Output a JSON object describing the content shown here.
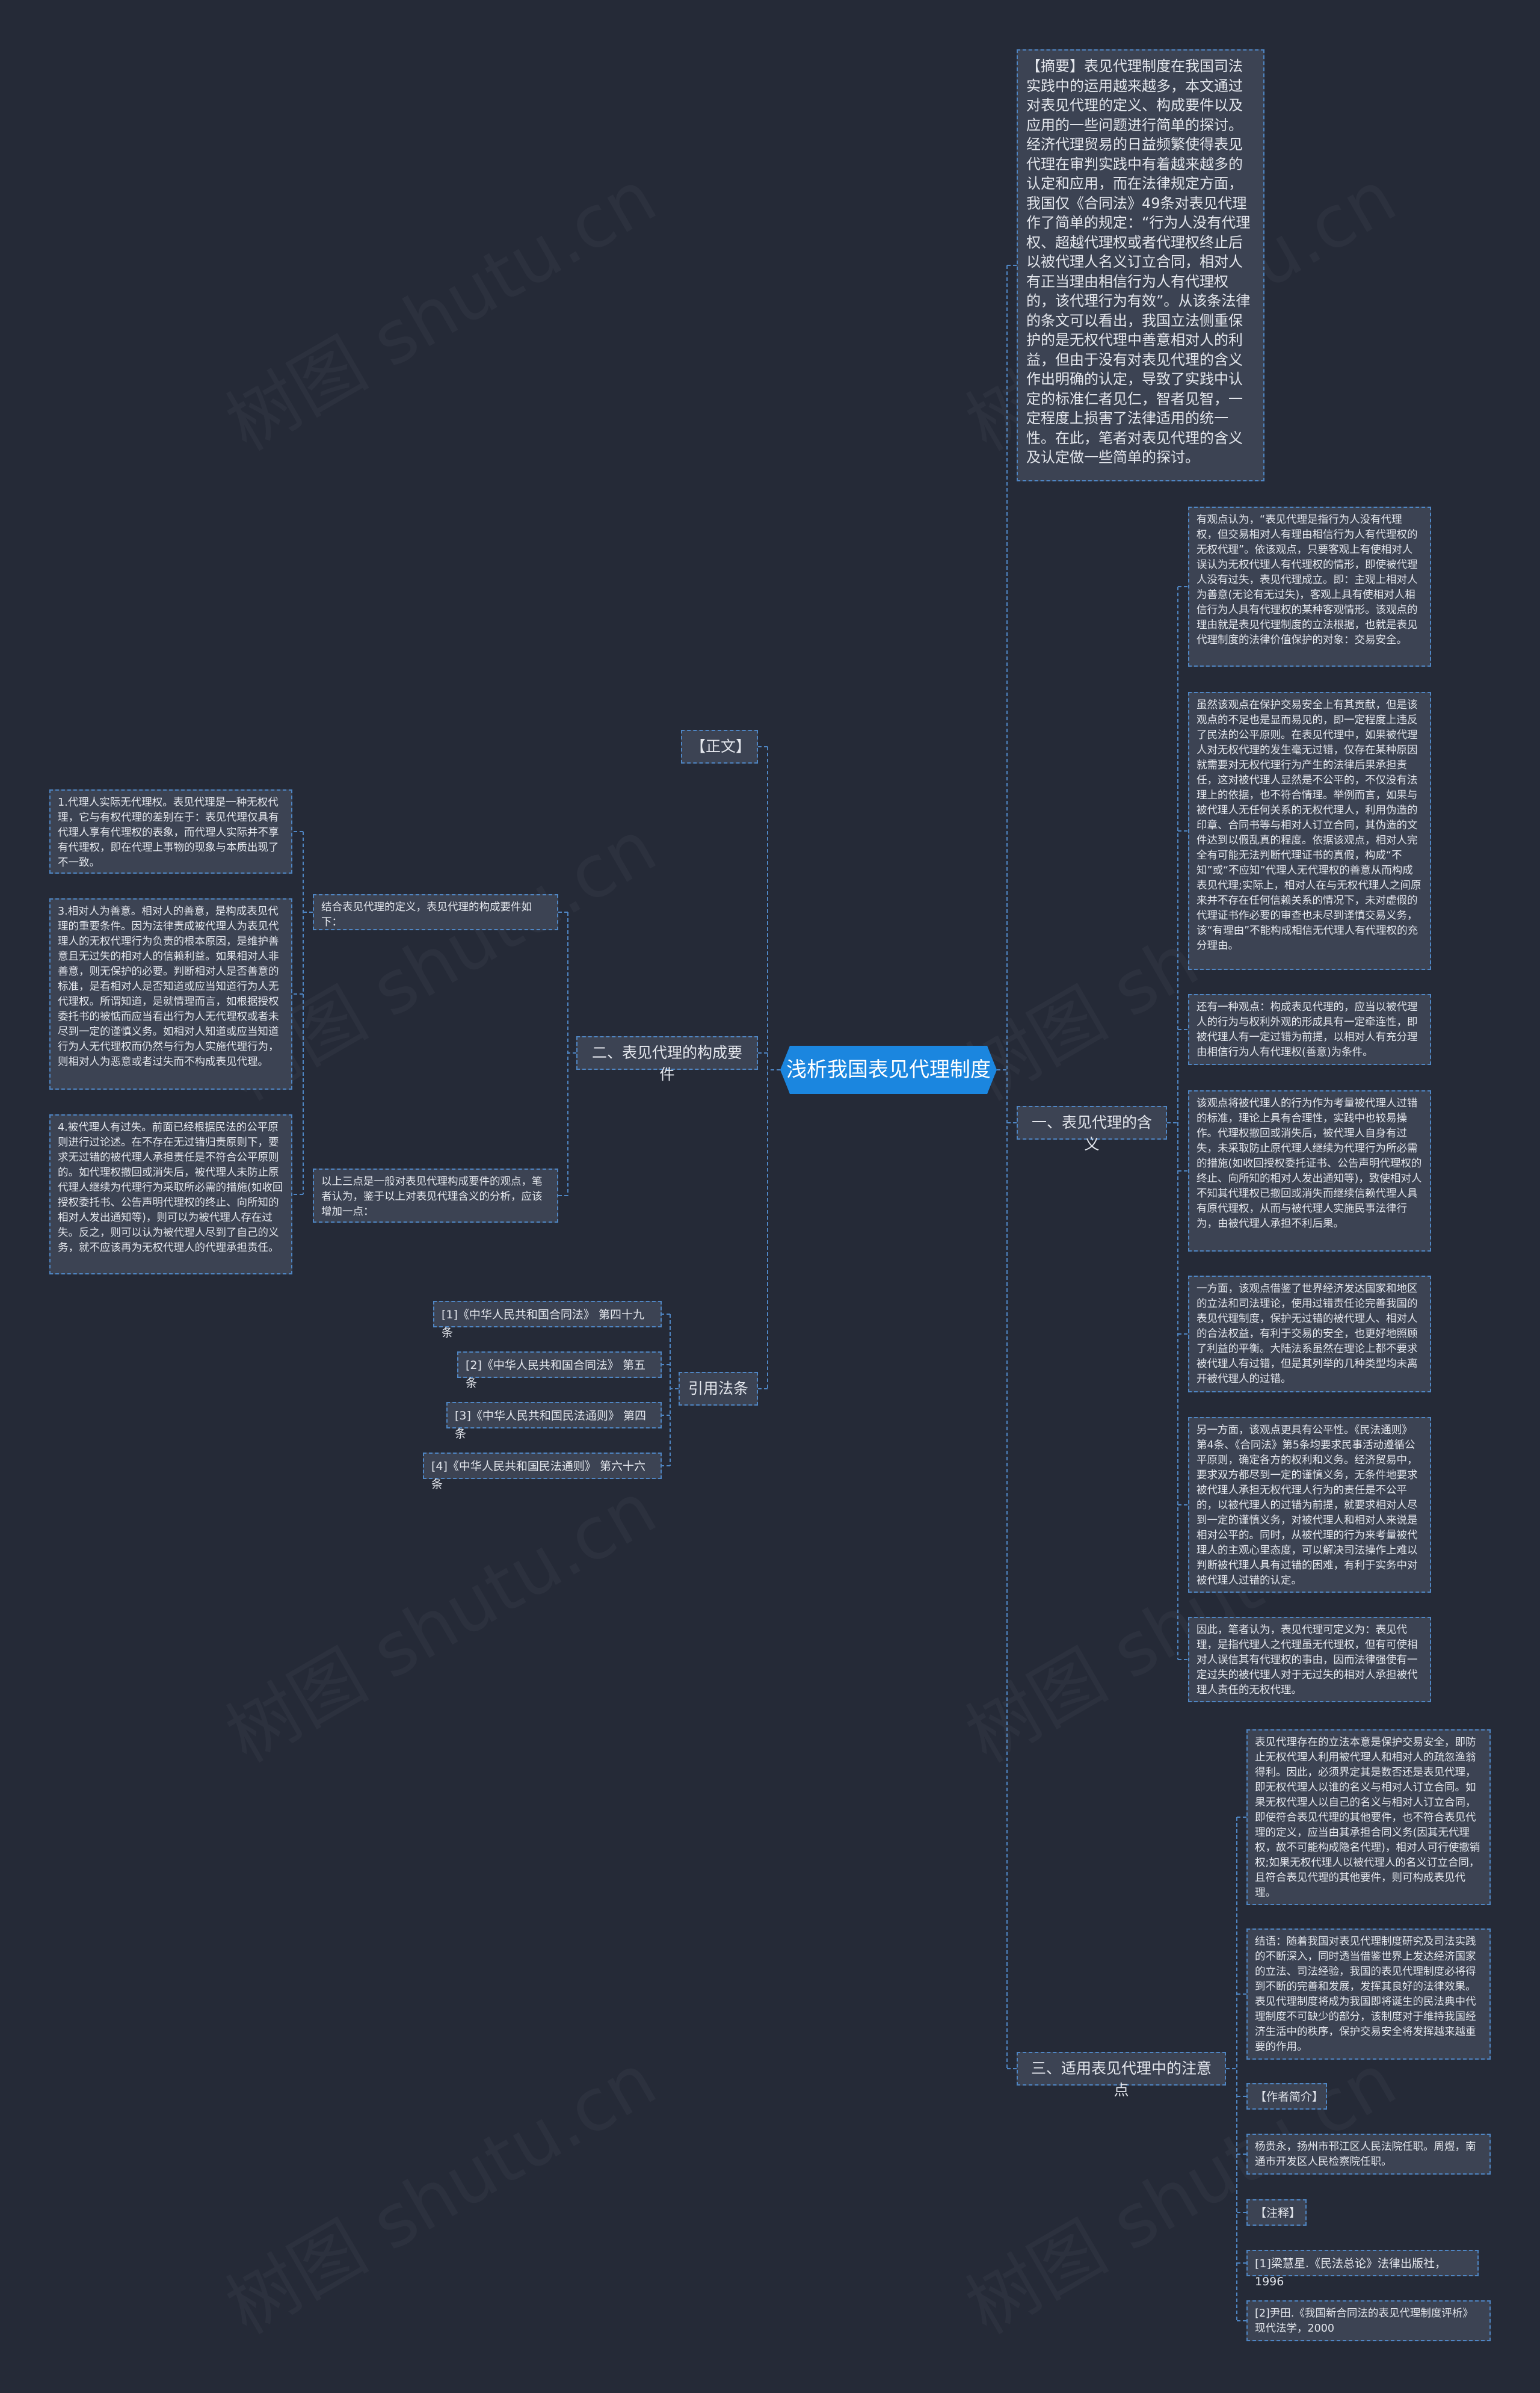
{
  "title": "浅析我国表见代理制度",
  "watermark": "树图 shutu.cn",
  "colors": {
    "background": "#252a37",
    "node_fill": "#3c4353",
    "node_border": "#4f86c4",
    "root_fill": "#1b86df",
    "text": "#e3e6ec"
  },
  "abstract": "【摘要】表见代理制度在我国司法实践中的运用越来越多，本文通过对表见代理的定义、构成要件以及应用的一些问题进行简单的探讨。经济代理贸易的日益频繁使得表见代理在审判实践中有着越来越多的认定和应用，而在法律规定方面，我国仅《合同法》49条对表见代理作了简单的规定：“行为人没有代理权、超越代理权或者代理权终止后以被代理人名义订立合同，相对人有正当理由相信行为人有代理权的，该代理行为有效”。从该条法律的条文可以看出，我国立法侧重保护的是无权代理中善意相对人的利益，但由于没有对表见代理的含义作出明确的认定，导致了实践中认定的标准仁者见仁，智者见智，一定程度上损害了法律适用的统一性。在此，笔者对表见代理的含义及认定做一些简单的探讨。",
  "left": {
    "zhengwen": "【正文】",
    "section2": {
      "label": "二、表见代理的构成要件",
      "intro": "结合表见代理的定义，表见代理的构成要件如下：",
      "items": [
        "1.代理人实际无代理权。表见代理是一种无权代理，它与有权代理的差别在于：表见代理仅具有代理人享有代理权的表象，而代理人实际并不享有代理权，即在代理上事物的现象与本质出现了不一致。",
        "3.相对人为善意。相对人的善意，是构成表见代理的重要条件。因为法律责成被代理人为表见代理人的无权代理行为负责的根本原因，是维护善意且无过失的相对人的信赖利益。如果相对人非善意，则无保护的必要。判断相对人是否善意的标准，是看相对人是否知道或应当知道行为人无代理权。所谓知道，是就情理而言，如根据授权委托书的被惦而应当看出行为人无代理权或者未尽到一定的谨慎义务。如相对人知道或应当知道行为人无代理权而仍然与行为人实施代理行为，则相对人为恶意或者过失而不构成表见代理。",
        "4.被代理人有过失。前面已经根据民法的公平原则进行过论述。在不存在无过错归责原则下，要求无过错的被代理人承担责任是不符合公平原则的。如代理权撤回或消失后，被代理人未防止原代理人继续为代理行为采取所必需的措施(如收回授权委托书、公告声明代理权的终止、向所知的相对人发出通知等)，则可以为被代理人存在过失。反之，则可以认为被代理人尽到了自己的义务，就不应该再为无权代理人的代理承担责任。"
      ],
      "conclusion": "以上三点是一般对表见代理构成要件的观点，笔者认为，鉴于以上对表见代理含义的分析，应该增加一点："
    },
    "laws": {
      "label": "引用法条",
      "items": [
        "[1]《中华人民共和国合同法》 第四十九条",
        "[2]《中华人民共和国合同法》 第五条",
        "[3]《中华人民共和国民法通则》 第四条",
        "[4]《中华人民共和国民法通则》 第六十六条"
      ]
    }
  },
  "right": {
    "section1": {
      "label": "一、表见代理的含义",
      "items": [
        "有观点认为，“表见代理是指行为人没有代理权，但交易相对人有理由相信行为人有代理权的无权代理”。依该观点，只要客观上有使相对人误认为无权代理人有代理权的情形，即使被代理人没有过失，表见代理成立。即：主观上相对人为善意(无论有无过失)，客观上具有使相对人相信行为人具有代理权的某种客观情形。该观点的理由就是表见代理制度的立法根据，也就是表见代理制度的法律价值保护的对象：交易安全。",
        "虽然该观点在保护交易安全上有其贡献，但是该观点的不足也是显而易见的，即一定程度上违反了民法的公平原则。在表见代理中，如果被代理人对无权代理的发生毫无过错，仅存在某种原因就需要对无权代理行为产生的法律后果承担责任，这对被代理人显然是不公平的，不仅没有法理上的依据，也不符合情理。举例而言，如果与被代理人无任何关系的无权代理人，利用伪造的印章、合同书等与相对人订立合同，其伪造的文件达到以假乱真的程度。依据该观点，相对人完全有可能无法判断代理证书的真假，构成“不知”或“不应知”代理人无代理权的善意从而构成表见代理;实际上，相对人在与无权代理人之间原来并不存在任何信赖关系的情况下，未对虚假的代理证书作必要的审查也未尽到谨慎交易义务，该“有理由”不能构成相信无代理人有代理权的充分理由。",
        "还有一种观点：构成表见代理的，应当以被代理人的行为与权利外观的形成具有一定牵连性，即被代理人有一定过错为前提，以相对人有充分理由相信行为人有代理权(善意)为条件。",
        "该观点将被代理人的行为作为考量被代理人过错的标准，理论上具有合理性，实践中也较易操作。代理权撤回或消失后，被代理人自身有过失，未采取防止原代理人继续为代理行为所必需的措施(如收回授权委托证书、公告声明代理权的终止、向所知的相对人发出通知等)，致使相对人不知其代理权已撤回或消失而继续信赖代理人具有原代理权，从而与被代理人实施民事法律行为，由被代理人承担不利后果。",
        "一方面，该观点借鉴了世界经济发达国家和地区的立法和司法理论，使用过错责任论完善我国的表见代理制度，保护无过错的被代理人、相对人的合法权益，有利于交易的安全，也更好地照顾了利益的平衡。大陆法系虽然在理论上都不要求被代理人有过错，但是其列举的几种类型均未离开被代理人的过错。",
        "另一方面，该观点更具有公平性。《民法通则》第4条、《合同法》第5条均要求民事活动遵循公平原则，确定各方的权利和义务。经济贸易中，要求双方都尽到一定的谨慎义务，无条件地要求被代理人承担无权代理人行为的责任是不公平的，以被代理人的过错为前提，就要求相对人尽到一定的谨慎义务，对被代理人和相对人来说是相对公平的。同时，从被代理的行为来考量被代理人的主观心里态度，可以解决司法操作上难以判断被代理人具有过错的困难，有利于实务中对被代理人过错的认定。",
        "因此，笔者认为，表见代理可定义为：表见代理，是指代理人之代理虽无代理权，但有可使相对人误信其有代理权的事由，因而法律强使有一定过失的被代理人对于无过失的相对人承担被代理人责任的无权代理。"
      ]
    },
    "section3": {
      "label": "三、适用表见代理中的注意点",
      "items": [
        "表见代理存在的立法本意是保护交易安全，即防止无权代理人利用被代理人和相对人的疏忽渔翁得利。因此，必须界定其是数否还是表见代理，即无权代理人以谁的名义与相对人订立合同。如果无权代理人以自己的名义与相对人订立合同，即使符合表见代理的其他要件，也不符合表见代理的定义，应当由其承担合同义务(因其无代理权，故不可能构成隐名代理)，相对人可行使撤销权;如果无权代理人以被代理人的名义订立合同，且符合表见代理的其他要件，则可构成表见代理。",
        "结语：随着我国对表见代理制度研究及司法实践的不断深入，同时透当借鉴世界上发达经济国家的立法、司法经验，我国的表见代理制度必将得到不断的完善和发展，发挥其良好的法律效果。表见代理制度将成为我国即将诞生的民法典中代理制度不可缺少的部分，该制度对于维持我国经济生活中的秩序，保护交易安全将发挥越来越重要的作用。"
      ],
      "author_header": "【作者简介】",
      "author": "杨贵永，扬州市邗江区人民法院任职。周煜，南通市开发区人民检察院任职。",
      "notes_header": "【注释】",
      "notes": [
        "[1]梁慧星.《民法总论》法律出版社，1996",
        "[2]尹田.《我国新合同法的表见代理制度评析》现代法学，2000"
      ]
    }
  }
}
